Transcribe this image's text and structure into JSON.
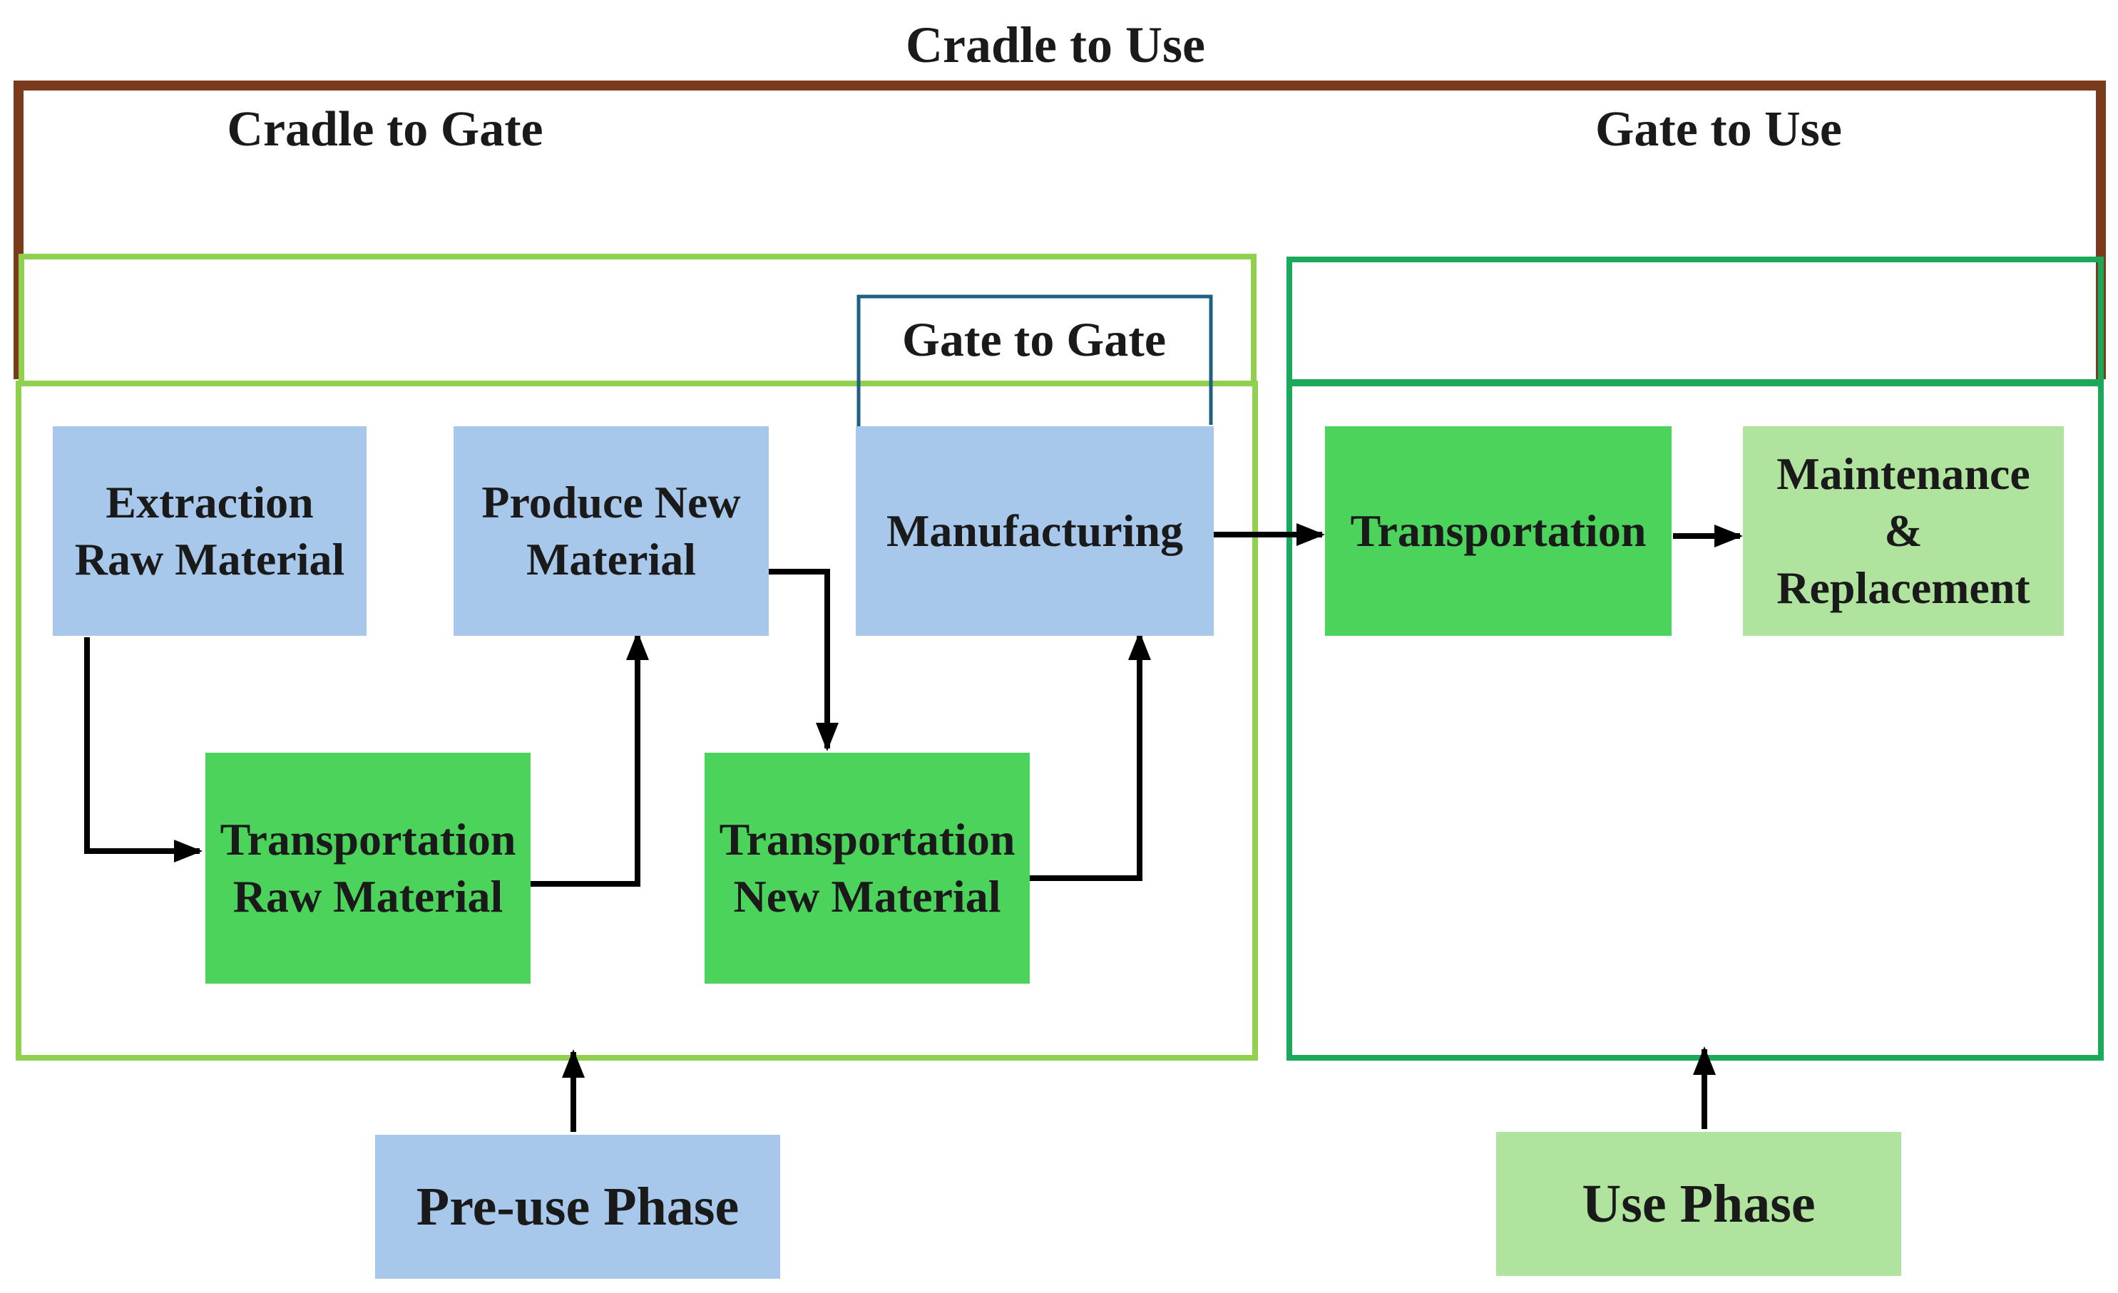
{
  "titles": {
    "cradle_to_use": "Cradle to Use",
    "cradle_to_gate": "Cradle to Gate",
    "gate_to_use": "Gate to Use",
    "gate_to_gate": "Gate to Gate"
  },
  "steps": {
    "extraction": "Extraction\nRaw Material",
    "produce_new": "Produce New\nMaterial",
    "manufacturing": "Manufacturing",
    "transport_raw": "Transportation\nRaw Material",
    "transport_new": "Transportation\nNew Material",
    "transportation": "Transportation",
    "maintenance": "Maintenance\n&\nReplacement"
  },
  "phases": {
    "pre_use": "Pre-use Phase",
    "use": "Use Phase"
  },
  "colors": {
    "cradle_to_use_frame": "#7b3a1a",
    "cradle_to_gate_frame": "#8fd14f",
    "gate_to_use_frame": "#1aa85a",
    "gate_to_gate_frame": "#1f5f86",
    "pre_use_box": "#a7c8ea",
    "transport_box": "#4cd35c",
    "use_box": "#b0e39e",
    "arrow": "#000000"
  }
}
